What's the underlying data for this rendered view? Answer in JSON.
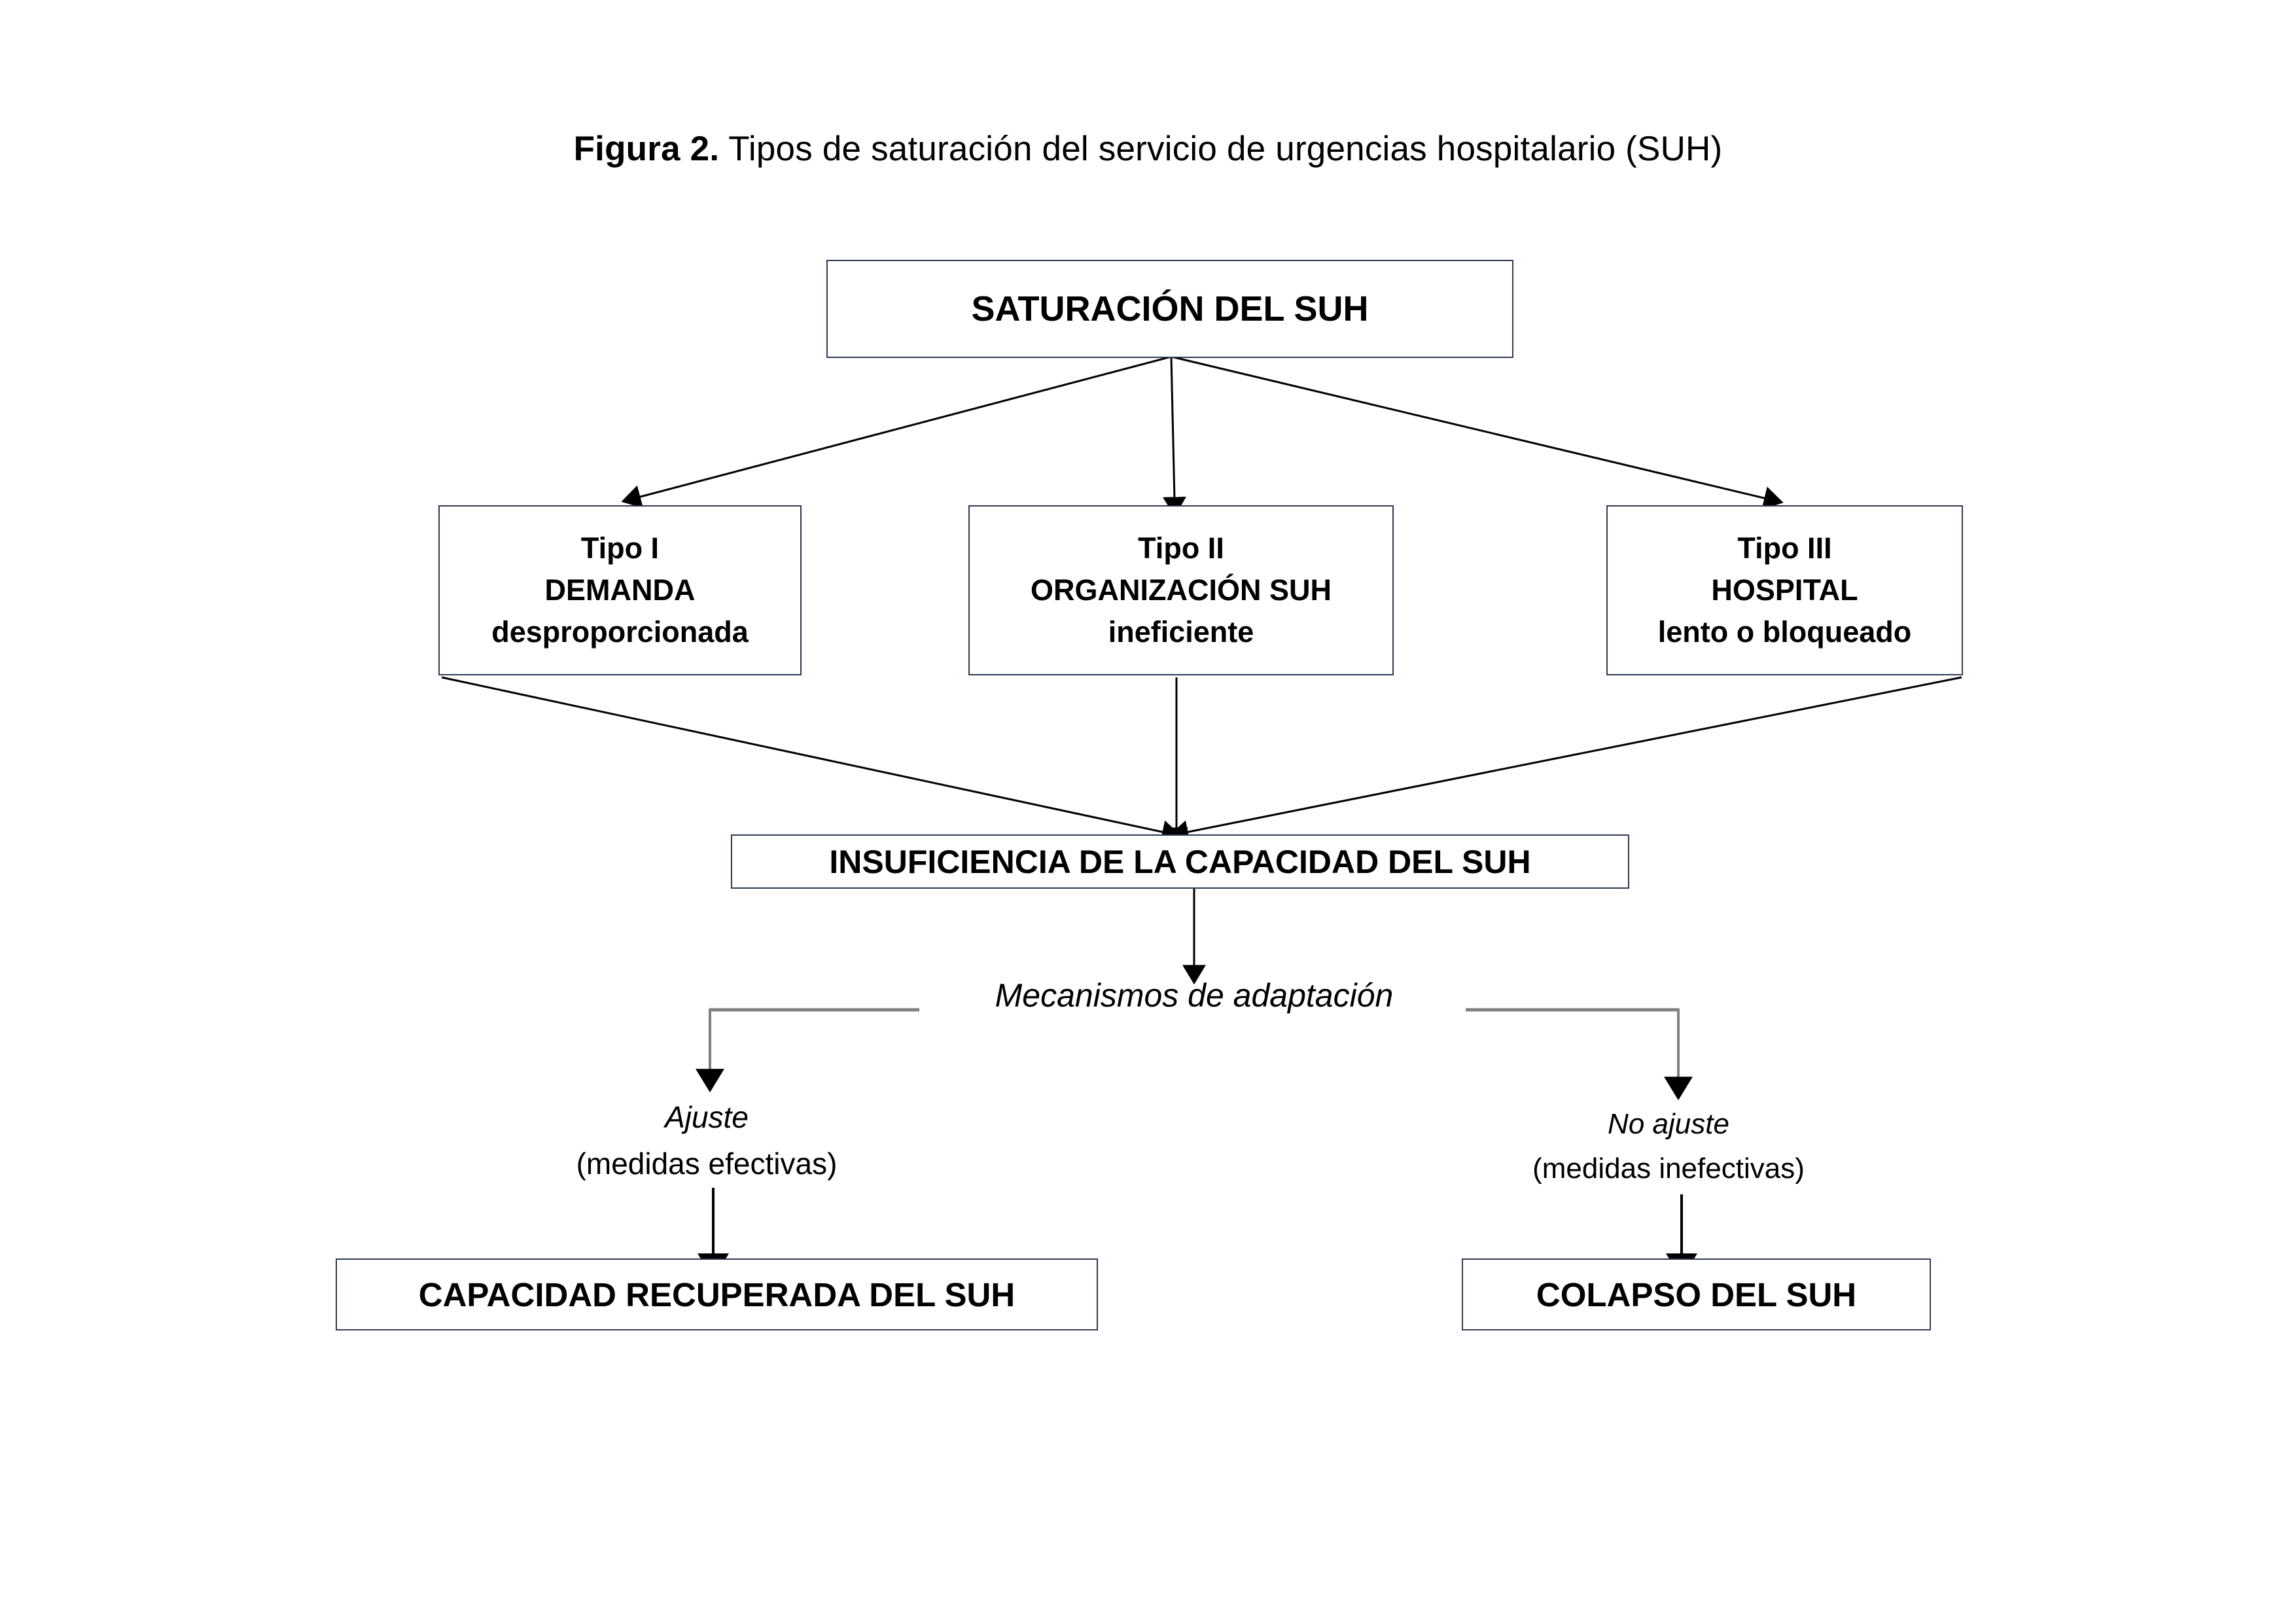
{
  "figure": {
    "label": "Figura 2.",
    "caption": " Tipos de saturación del servicio de urgencias hospitalario (SUH)"
  },
  "colors": {
    "box_border": "#2f3b52",
    "connector_black": "#000000",
    "connector_gray": "#808080",
    "background": "#ffffff",
    "text": "#000000"
  },
  "nodes": {
    "saturacion": {
      "text": "SATURACIÓN DEL SUH"
    },
    "tipo1": {
      "line1": "Tipo I",
      "line2": "DEMANDA",
      "line3": "desproporcionada"
    },
    "tipo2": {
      "line1": "Tipo II",
      "line2": "ORGANIZACIÓN SUH",
      "line3": "ineficiente"
    },
    "tipo3": {
      "line1": "Tipo III",
      "line2": "HOSPITAL",
      "line3": "lento o bloqueado"
    },
    "insuficiencia": {
      "text": "INSUFICIENCIA DE LA CAPACIDAD DEL SUH"
    },
    "recuperada": {
      "text": "CAPACIDAD RECUPERADA DEL SUH"
    },
    "colapso": {
      "text": "COLAPSO DEL SUH"
    }
  },
  "labels": {
    "mecanismos": "Mecanismos de adaptación",
    "ajuste_title": "Ajuste",
    "ajuste_sub": "(medidas efectivas)",
    "noajuste_title": "No ajuste",
    "noajuste_sub": "(medidas inefectivas)"
  },
  "chart_data": {
    "type": "diagram",
    "title": "Figura 2. Tipos de saturación del servicio de urgencias hospitalario (SUH)",
    "nodes": [
      {
        "id": "saturacion",
        "label": "SATURACIÓN DEL SUH",
        "level": 0
      },
      {
        "id": "tipo1",
        "label": "Tipo I DEMANDA desproporcionada",
        "level": 1
      },
      {
        "id": "tipo2",
        "label": "Tipo II ORGANIZACIÓN SUH ineficiente",
        "level": 1
      },
      {
        "id": "tipo3",
        "label": "Tipo III HOSPITAL lento o bloqueado",
        "level": 1
      },
      {
        "id": "insuficiencia",
        "label": "INSUFICIENCIA DE LA CAPACIDAD DEL SUH",
        "level": 2
      },
      {
        "id": "mecanismos",
        "label": "Mecanismos de adaptación",
        "level": 3
      },
      {
        "id": "ajuste",
        "label": "Ajuste (medidas efectivas)",
        "level": 4
      },
      {
        "id": "noajuste",
        "label": "No ajuste (medidas inefectivas)",
        "level": 4
      },
      {
        "id": "recuperada",
        "label": "CAPACIDAD RECUPERADA DEL SUH",
        "level": 5
      },
      {
        "id": "colapso",
        "label": "COLAPSO DEL SUH",
        "level": 5
      }
    ],
    "edges": [
      {
        "from": "saturacion",
        "to": "tipo1",
        "arrow": true
      },
      {
        "from": "saturacion",
        "to": "tipo2",
        "arrow": true
      },
      {
        "from": "saturacion",
        "to": "tipo3",
        "arrow": true
      },
      {
        "from": "tipo1",
        "to": "insuficiencia",
        "arrow": true
      },
      {
        "from": "tipo2",
        "to": "insuficiencia",
        "arrow": true
      },
      {
        "from": "tipo3",
        "to": "insuficiencia",
        "arrow": true
      },
      {
        "from": "insuficiencia",
        "to": "mecanismos",
        "arrow": true
      },
      {
        "from": "mecanismos",
        "to": "ajuste",
        "arrow": true
      },
      {
        "from": "mecanismos",
        "to": "noajuste",
        "arrow": true
      },
      {
        "from": "ajuste",
        "to": "recuperada",
        "arrow": true
      },
      {
        "from": "noajuste",
        "to": "colapso",
        "arrow": true
      }
    ]
  }
}
